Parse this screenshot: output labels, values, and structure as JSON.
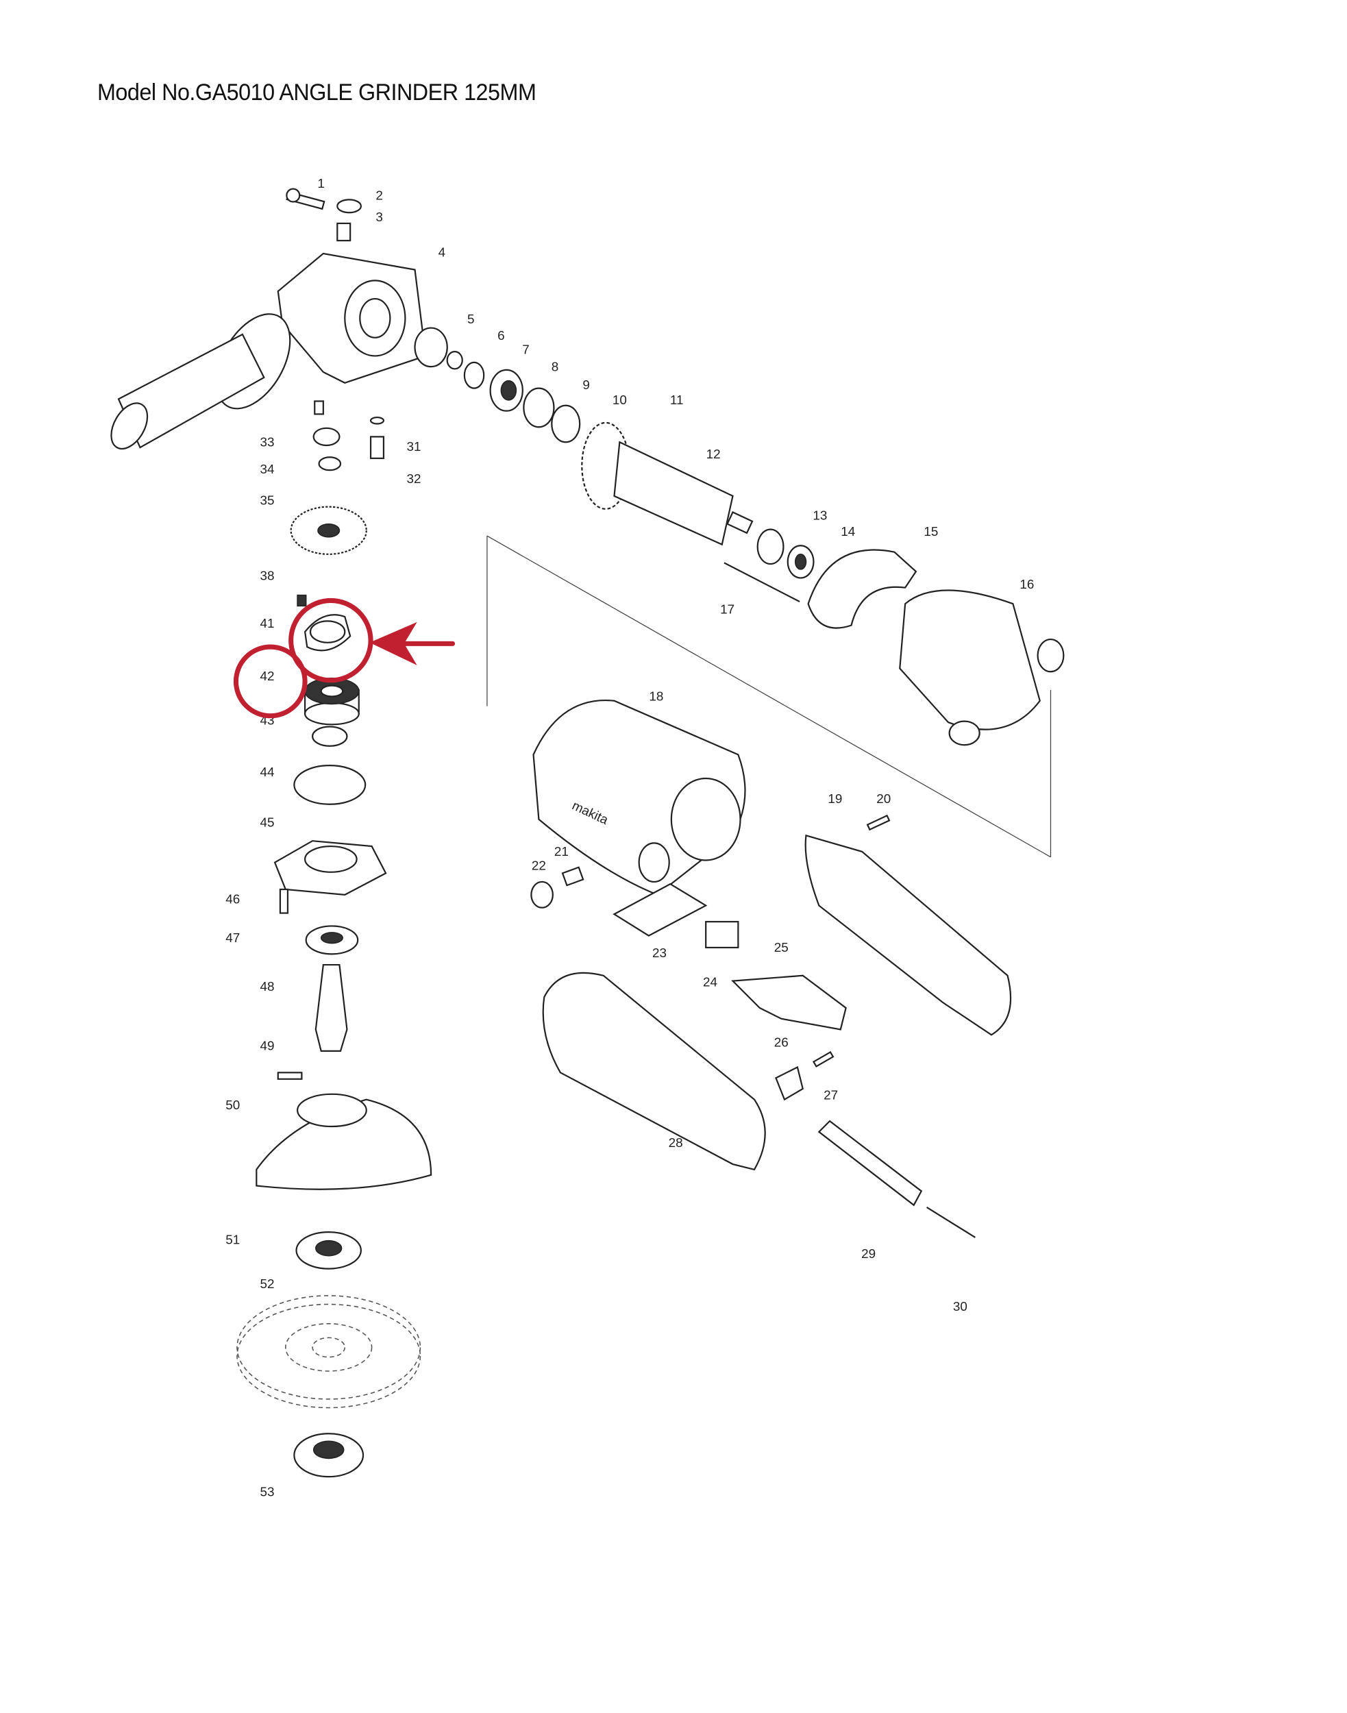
{
  "title": "Model No.GA5010 ANGLE GRINDER 125MM",
  "part_labels": [
    "1",
    "2",
    "3",
    "4",
    "5",
    "6",
    "7",
    "8",
    "9",
    "10",
    "11",
    "12",
    "13",
    "14",
    "15",
    "16",
    "17",
    "18",
    "19",
    "20",
    "21",
    "22",
    "23",
    "24",
    "25",
    "26",
    "27",
    "28",
    "29",
    "30",
    "31",
    "32",
    "33",
    "34",
    "35",
    "38",
    "41",
    "42",
    "43",
    "44",
    "45",
    "46",
    "47",
    "48",
    "49",
    "50",
    "51",
    "52",
    "53"
  ],
  "highlight": {
    "part": "42",
    "color": "#c0202f"
  },
  "brand_text": "makita"
}
